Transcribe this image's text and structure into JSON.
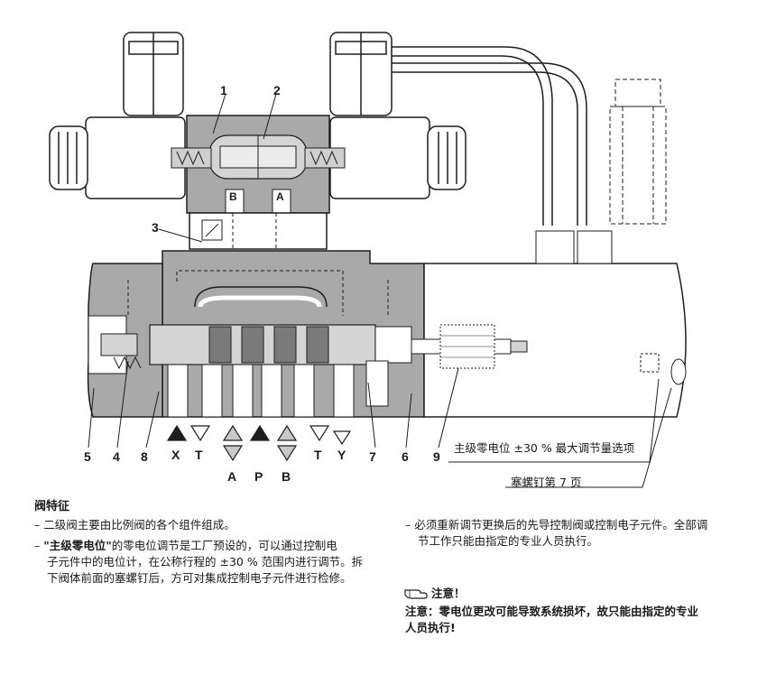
{
  "drawing": {
    "labels": [
      "1",
      "2",
      "3",
      "4",
      "5",
      "6",
      "7",
      "8",
      "9"
    ],
    "ports_top": [
      "X",
      "T",
      "A",
      "P",
      "B",
      "T",
      "Y"
    ],
    "pilot_ports": [
      "B",
      "A"
    ],
    "callout_zero": "主级零电位 ±30 % 最大调节量选项",
    "callout_plug": "塞螺钉第 7 页"
  },
  "features": {
    "title": "阀特征",
    "item1": "– 二级阀主要由比例阀的各个组件组成。",
    "item2_line1_prefix": "– ",
    "item2_bold": "\"主级零电位\"",
    "item2_line1_rest": "的零电位调节是工厂预设的，可以通过控制电",
    "item2_line2": "子元件中的电位计，在公称行程的 ±30 % 范围内进行调节。拆",
    "item2_line3": "下阀体前面的塞螺钉后，方可对集成控制电子元件进行检修。"
  },
  "right_col": {
    "item1_line1": "– 必须重新调节更换后的先导控制阀或控制电子元件。全部调",
    "item1_line2": "节工作只能由指定的专业人员执行。",
    "notice_title": "注意！",
    "notice_line1": "注意：零电位更改可能导致系统损坏，故只能由指定的专业",
    "notice_line2": "人员执行!"
  },
  "colors": {
    "body": "#a9a9a9",
    "dark": "#4a4a4a",
    "light": "#d4d4d4",
    "line": "#1e1e1e"
  }
}
